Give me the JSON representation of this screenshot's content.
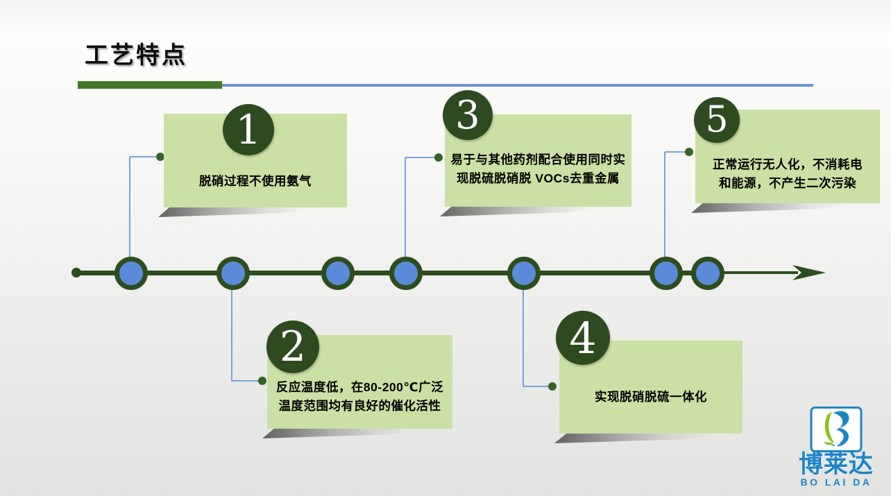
{
  "slide": {
    "title": "工艺特点"
  },
  "features": [
    {
      "number": "1",
      "lines": [
        "脱硝过程不使用氨气"
      ]
    },
    {
      "number": "2",
      "lines": [
        "反应温度低，在80-200℃广泛",
        "温度范围均有良好的催化活性"
      ]
    },
    {
      "number": "3",
      "lines": [
        "易于与其他药剂配合使用同时实",
        "现脱硫脱硝脱 VOCs去重金属"
      ]
    },
    {
      "number": "4",
      "lines": [
        "实现脱硝脱硫一体化"
      ]
    },
    {
      "number": "5",
      "lines": [
        "正常运行无人化，不消耗电",
        "和能源，不产生二次污染"
      ]
    }
  ],
  "logo": {
    "name_cn": "博莱达",
    "name_en": "BO LAI DA"
  },
  "colors": {
    "box_green": "#cbe0a4",
    "number_circle_green": "#2d4a20",
    "timeline_green": "#2d4d1e",
    "node_blue": "#5b8bd8",
    "connector_blue": "#7aa2da",
    "title_bar_green": "#44772b",
    "title_line_blue": "#6b93d8",
    "logo_blue": "#1b84c6",
    "logo_green": "#8dc21f"
  }
}
